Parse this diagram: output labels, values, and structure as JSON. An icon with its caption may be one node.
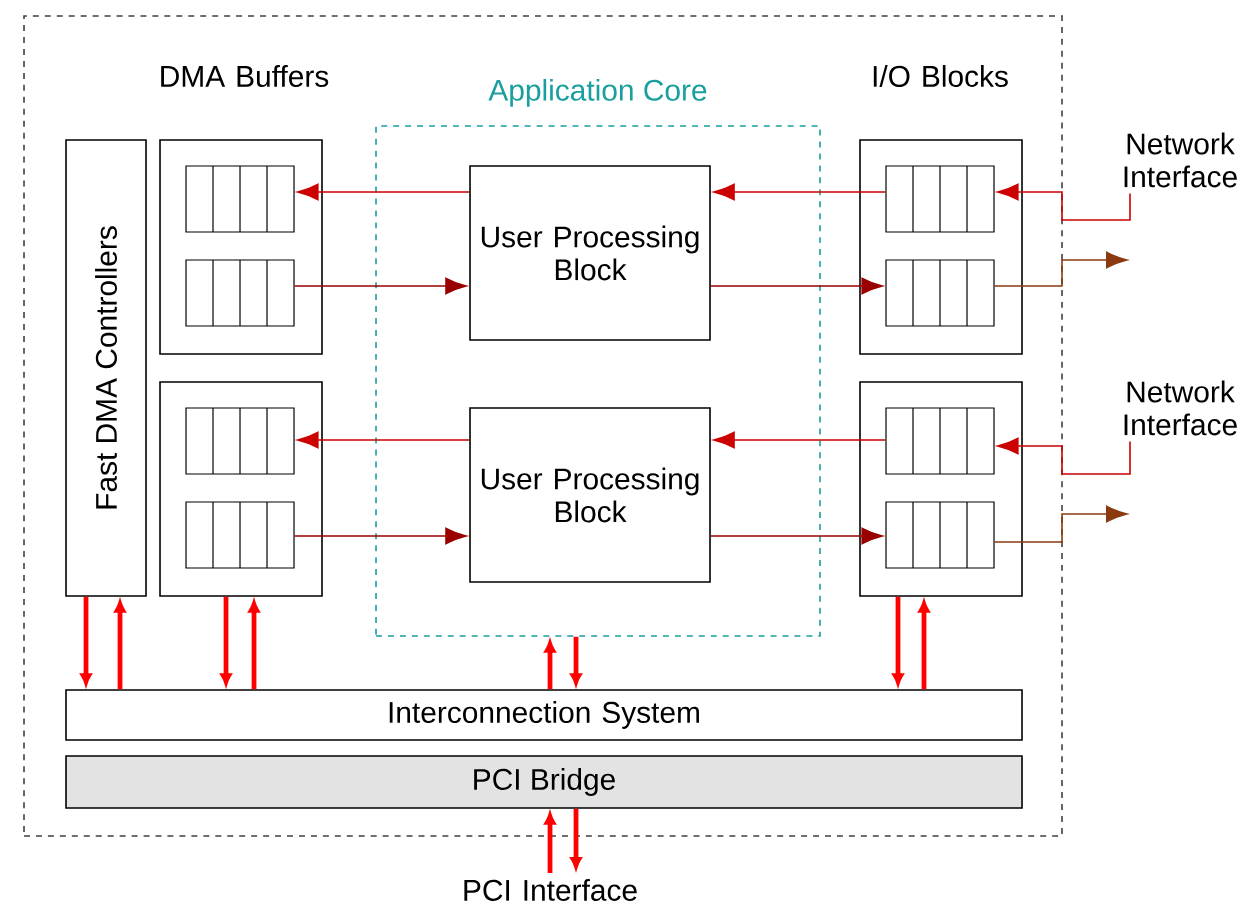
{
  "diagram": {
    "nodes": [
      {
        "text": [],
        "shape": "box"
      },
      {
        "text": [
          "Fast DMA Controllers"
        ],
        "in": 0
      },
      {
        "text": [],
        "shape": "box",
        "in": 0
      },
      {
        "text": [],
        "shape": "box",
        "in": 2
      },
      {
        "text": [],
        "shape": "box",
        "in": 2
      },
      {
        "text": [],
        "shape": "box",
        "in": 0
      },
      {
        "text": [],
        "shape": "box",
        "in": 5
      },
      {
        "text": [],
        "shape": "box",
        "in": 5
      },
      {
        "text": [
          "Application Core"
        ],
        "in": 0
      },
      {
        "text": [
          "User Processing Block"
        ],
        "in": 8
      },
      {
        "text": [
          "User Processing Block"
        ],
        "in": 8
      },
      {
        "text": [],
        "shape": "box",
        "in": 0
      },
      {
        "text": [],
        "shape": "box",
        "in": 11
      },
      {
        "text": [],
        "shape": "box",
        "in": 11
      },
      {
        "text": [],
        "shape": "box",
        "in": 0
      },
      {
        "text": [],
        "shape": "box",
        "in": 14
      },
      {
        "text": [],
        "shape": "box",
        "in": 14
      },
      {
        "text": [
          "Interconnection System"
        ],
        "in": 0
      },
      {
        "text": [
          "PCI Bridge"
        ],
        "in": 0
      },
      {
        "text": [
          "PCI Interface"
        ]
      },
      {
        "text": [
          "Network Interface"
        ]
      },
      {
        "text": [
          "Network Interface"
        ]
      }
    ],
    "edges": [
      {
        "from": 9,
        "to": 3,
        "arrow": "to"
      },
      {
        "from": 4,
        "to": 9,
        "arrow": "to",
        "color": "#990000"
      },
      {
        "from": 10,
        "to": 6,
        "arrow": "to"
      },
      {
        "from": 7,
        "to": 10,
        "arrow": "to",
        "color": "#990000"
      },
      {
        "from": 12,
        "to": 9,
        "arrow": "to"
      },
      {
        "from": 9,
        "to": 13,
        "arrow": "to",
        "color": "#990000"
      },
      {
        "from": 15,
        "to": 10,
        "arrow": "to"
      },
      {
        "from": 10,
        "to": 16,
        "arrow": "to",
        "color": "#990000"
      },
      {
        "from": 20,
        "to": 12,
        "arrow": "to"
      },
      {
        "from": 13,
        "to": null,
        "arrow": "to",
        "color": "#8b3a0f"
      },
      {
        "from": 21,
        "to": 15,
        "arrow": "to"
      },
      {
        "from": 16,
        "to": null,
        "arrow": "to",
        "color": "#8b3a0f"
      },
      {
        "from": 1,
        "to": 17,
        "arrow": "to",
        "style": "thick",
        "color": "#ff0000"
      },
      {
        "from": 17,
        "to": 1,
        "arrow": "to",
        "style": "thick",
        "color": "#ff0000"
      },
      {
        "from": 5,
        "to": 17,
        "arrow": "to",
        "style": "thick",
        "color": "#ff0000"
      },
      {
        "from": 17,
        "to": 5,
        "arrow": "to",
        "style": "thick",
        "color": "#ff0000"
      },
      {
        "from": 17,
        "to": 8,
        "arrow": "to",
        "style": "thick",
        "color": "#ff0000"
      },
      {
        "from": 8,
        "to": 17,
        "arrow": "to",
        "style": "thick",
        "color": "#ff0000"
      },
      {
        "from": 14,
        "to": 17,
        "arrow": "to",
        "style": "thick",
        "color": "#ff0000"
      },
      {
        "from": 17,
        "to": 14,
        "arrow": "to",
        "style": "thick",
        "color": "#ff0000"
      },
      {
        "from": 19,
        "to": 18,
        "arrow": "to",
        "style": "thick",
        "color": "#ff0000"
      },
      {
        "from": 18,
        "to": 19,
        "arrow": "to",
        "style": "thick",
        "color": "#ff0000"
      }
    ],
    "labels": [
      "DMA Buffers",
      "I/O Blocks"
    ]
  }
}
